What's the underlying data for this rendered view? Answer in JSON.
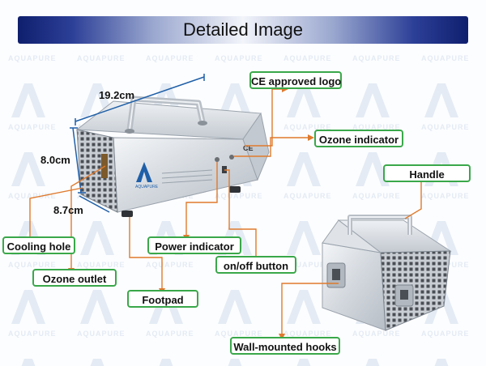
{
  "header": {
    "title": "Detailed Image"
  },
  "watermark": {
    "brand": "AQUAPURE"
  },
  "dimensions": {
    "width": "19.2cm",
    "height": "8.0cm",
    "depth": "8.7cm"
  },
  "labels": {
    "ce_logo": "CE approved logo",
    "ozone_indicator": "Ozone indicator",
    "handle": "Handle",
    "cooling_hole": "Cooling hole",
    "power_indicator": "Power indicator",
    "onoff_button": "on/off button",
    "ozone_outlet": "Ozone outlet",
    "footpad": "Footpad",
    "wall_hooks": "Wall-mounted hooks"
  },
  "colors": {
    "label_border": "#3aa84a",
    "leader_line": "#e07a2c",
    "dimension_line": "#1f5fa8",
    "banner_dark": "#0f1f6e"
  }
}
